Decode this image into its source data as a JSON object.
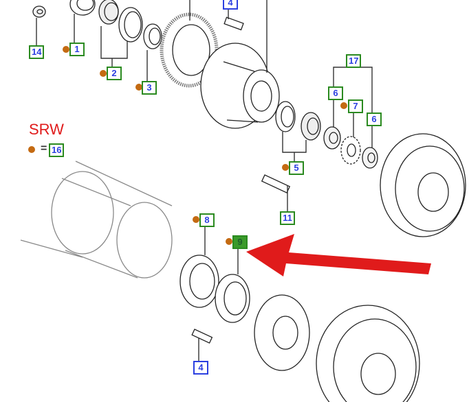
{
  "title": "SRW",
  "legend": {
    "symbol": "orange-dot",
    "equals": "=",
    "ref": "16"
  },
  "colors": {
    "callout_border": "#2a8a1f",
    "callout_text": "#2b3fe0",
    "dot": "#c46a12",
    "arrow": "#e01b1b",
    "highlight": "#3a9a2a"
  },
  "callouts": {
    "c14": "14",
    "c1": "1",
    "c2": "2",
    "c3": "3",
    "c4top": "4",
    "c17": "17",
    "c6a": "6",
    "c7": "7",
    "c6b": "6",
    "c5": "5",
    "c11": "11",
    "c8": "8",
    "c9": "9",
    "c4bottom": "4"
  }
}
